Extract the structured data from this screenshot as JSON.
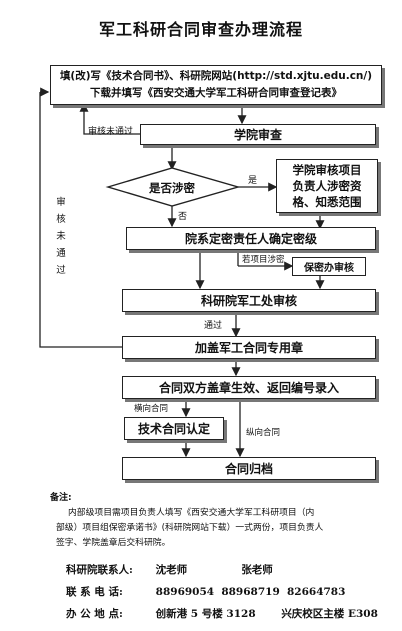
{
  "title": "军工科研合同审查办理流程",
  "steps": {
    "fill_form_line1": "填(改)写《技术合同书》、科研院网站(http://std.xjtu.edu.cn/)",
    "fill_form_line2": "下载并填写《西安交通大学军工科研合同审查登记表》",
    "college_review": "学院审查",
    "decision": "是否涉密",
    "review_items_line1": "学院审核项目",
    "review_items_line2": "负责人涉密资",
    "review_items_line3": "格、知悉范围",
    "dept_confirm": "院系定密责任人确定密级",
    "secrecy_review": "保密办审核",
    "military_office_review": "科研院军工处审核",
    "seal": "加盖军工合同专用章",
    "effect": "合同双方盖章生效、返回编号录入",
    "tech_contract": "技术合同认定",
    "archive": "合同归档"
  },
  "labels": {
    "review_not_pass": "审核未通过",
    "yes": "是",
    "no": "否",
    "if_involves_secret": "若项目涉密",
    "passed": "通过",
    "horizontal_contract": "横向合同",
    "vertical_contract": "纵向合同",
    "left_vertical": [
      "审",
      "核",
      "未",
      "通",
      "过"
    ]
  },
  "notes": {
    "heading": "备注:",
    "line1": "内部级项目需项目负责人填写《西安交通大学军工科研项目（内",
    "line2": "部级）项目组保密承诺书》(科研院网站下载）一式两份，项目负责人",
    "line3": "签字、学院盖章后交科研院。"
  },
  "contact": {
    "person_label": "科研院联系人:",
    "person1": "沈老师",
    "person2": "张老师",
    "phone_label": "联 系 电 话:",
    "phone1": "88969054",
    "phone2": "88968719",
    "phone3": "82664783",
    "office_label": "办 公 地 点:",
    "office1": "创新港 5 号楼 3128",
    "office2": "兴庆校区主楼 E308"
  }
}
